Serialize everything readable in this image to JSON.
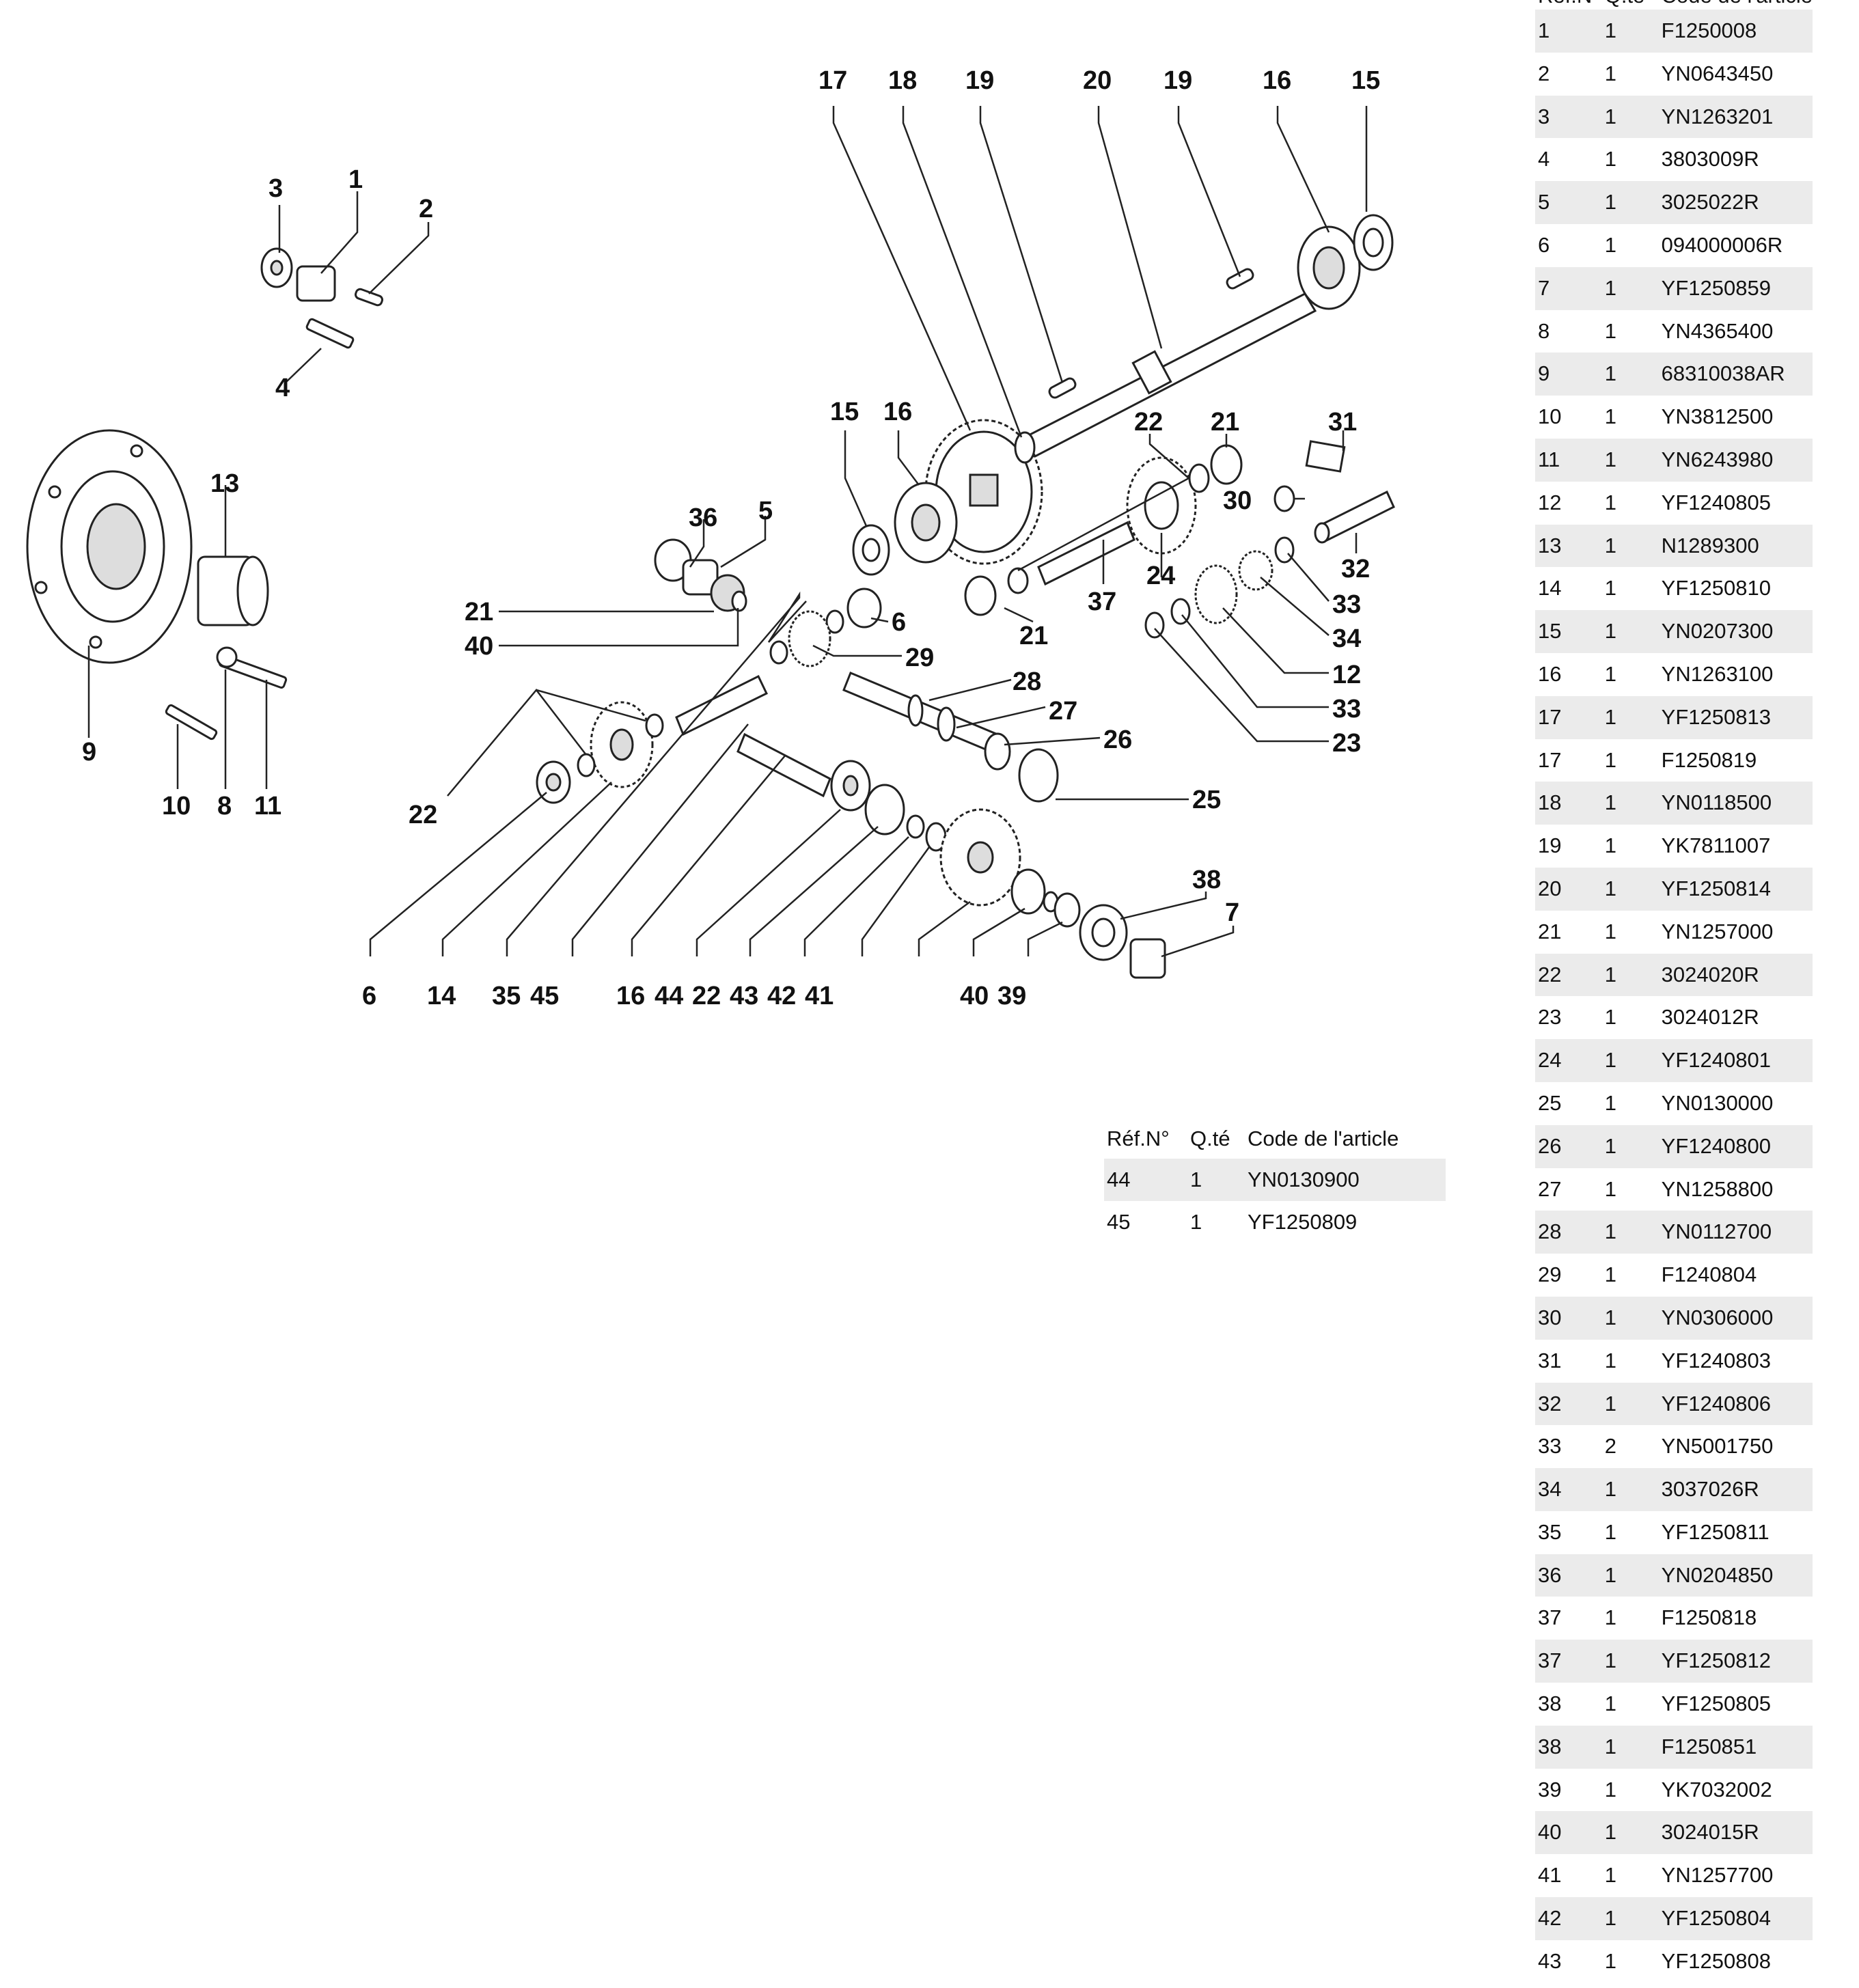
{
  "callouts": [
    "1",
    "2",
    "3",
    "4",
    "5",
    "6",
    "7",
    "8",
    "9",
    "10",
    "11",
    "12",
    "13",
    "14",
    "15",
    "16",
    "17",
    "18",
    "19",
    "20",
    "21",
    "22",
    "23",
    "24",
    "25",
    "26",
    "27",
    "28",
    "29",
    "30",
    "31",
    "32",
    "33",
    "34",
    "35",
    "36",
    "37",
    "38",
    "39",
    "40",
    "41",
    "42",
    "43",
    "44",
    "45"
  ],
  "parts_table_main": {
    "headers": [
      "Réf.N°",
      "Q.té",
      "Code de l'article"
    ],
    "rows": [
      [
        "1",
        "1",
        "F1250008"
      ],
      [
        "2",
        "1",
        "YN0643450"
      ],
      [
        "3",
        "1",
        "YN1263201"
      ],
      [
        "4",
        "1",
        "3803009R"
      ],
      [
        "5",
        "1",
        "3025022R"
      ],
      [
        "6",
        "1",
        "094000006R"
      ],
      [
        "7",
        "1",
        "YF1250859"
      ],
      [
        "8",
        "1",
        "YN4365400"
      ],
      [
        "9",
        "1",
        "68310038AR"
      ],
      [
        "10",
        "1",
        "YN3812500"
      ],
      [
        "11",
        "1",
        "YN6243980"
      ],
      [
        "12",
        "1",
        "YF1240805"
      ],
      [
        "13",
        "1",
        "N1289300"
      ],
      [
        "14",
        "1",
        "YF1250810"
      ],
      [
        "15",
        "1",
        "YN0207300"
      ],
      [
        "16",
        "1",
        "YN1263100"
      ],
      [
        "17",
        "1",
        "YF1250813"
      ],
      [
        "17",
        "1",
        "F1250819"
      ],
      [
        "18",
        "1",
        "YN0118500"
      ],
      [
        "19",
        "1",
        "YK7811007"
      ],
      [
        "20",
        "1",
        "YF1250814"
      ],
      [
        "21",
        "1",
        "YN1257000"
      ],
      [
        "22",
        "1",
        "3024020R"
      ],
      [
        "23",
        "1",
        "3024012R"
      ],
      [
        "24",
        "1",
        "YF1240801"
      ],
      [
        "25",
        "1",
        "YN0130000"
      ],
      [
        "26",
        "1",
        "YF1240800"
      ],
      [
        "27",
        "1",
        "YN1258800"
      ],
      [
        "28",
        "1",
        "YN0112700"
      ],
      [
        "29",
        "1",
        "F1240804"
      ],
      [
        "30",
        "1",
        "YN0306000"
      ],
      [
        "31",
        "1",
        "YF1240803"
      ],
      [
        "32",
        "1",
        "YF1240806"
      ],
      [
        "33",
        "2",
        "YN5001750"
      ],
      [
        "34",
        "1",
        "3037026R"
      ],
      [
        "35",
        "1",
        "YF1250811"
      ],
      [
        "36",
        "1",
        "YN0204850"
      ],
      [
        "37",
        "1",
        "F1250818"
      ],
      [
        "37",
        "1",
        "YF1250812"
      ],
      [
        "38",
        "1",
        "YF1250805"
      ],
      [
        "38",
        "1",
        "F1250851"
      ],
      [
        "39",
        "1",
        "YK7032002"
      ],
      [
        "40",
        "1",
        "3024015R"
      ],
      [
        "41",
        "1",
        "YN1257700"
      ],
      [
        "42",
        "1",
        "YF1250804"
      ],
      [
        "43",
        "1",
        "YF1250808"
      ]
    ]
  },
  "parts_table_small": {
    "headers": [
      "Réf.N°",
      "Q.té",
      "Code de l'article"
    ],
    "rows": [
      [
        "44",
        "1",
        "YN0130900"
      ],
      [
        "45",
        "1",
        "YF1250809"
      ]
    ]
  },
  "colors": {
    "row_shade": "#ebebeb",
    "ink": "#111111"
  }
}
